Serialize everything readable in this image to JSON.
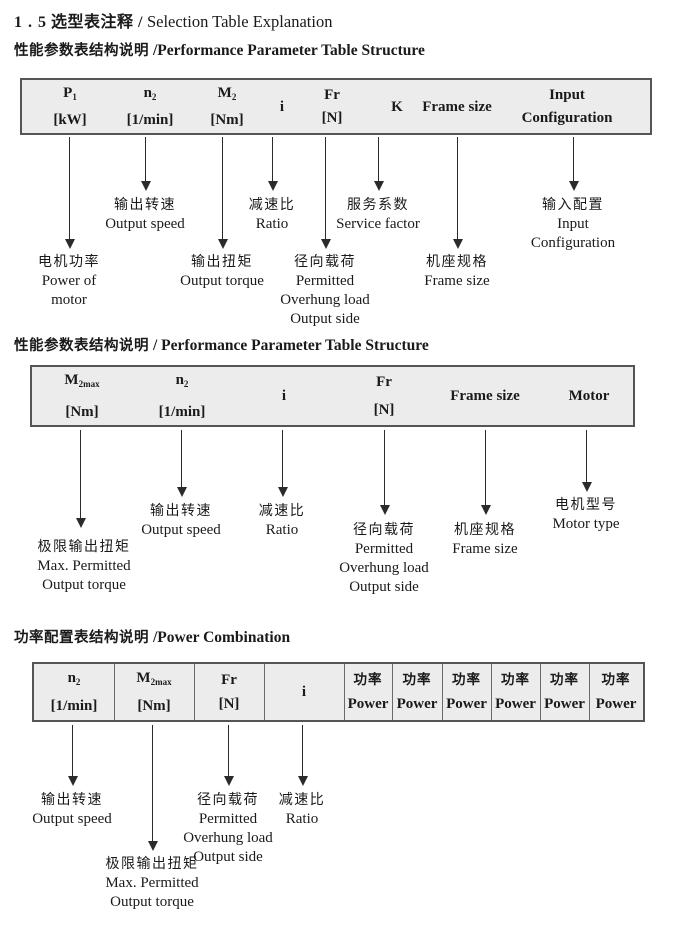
{
  "colors": {
    "table_bg": "#ececec",
    "table_border": "#555555",
    "text": "#1a1a1a"
  },
  "title": {
    "number": "1 . 5",
    "zh": "选型表注释 /",
    "en": "Selection Table Explanation"
  },
  "section1": {
    "heading": {
      "zh": "性能参数表结构说明",
      "en": "/Performance Parameter Table Structure"
    },
    "table": {
      "cols": [
        {
          "sym": "P",
          "sub": "1",
          "unit": "[kW]"
        },
        {
          "sym": "n",
          "sub": "2",
          "unit": "[1/min]"
        },
        {
          "sym": "M",
          "sub": "2",
          "unit": "[Nm]"
        },
        {
          "sym": "i"
        },
        {
          "sym": "Fr",
          "unit": "[N]"
        },
        {
          "sym": "K"
        },
        {
          "sym": "Frame size"
        },
        {
          "sym": "Input",
          "unit": "Configuration"
        }
      ]
    },
    "callouts": {
      "power_of_motor": [
        "电机功率",
        "Power of",
        "motor"
      ],
      "output_speed": [
        "输出转速",
        "Output speed"
      ],
      "output_torque": [
        "输出扭矩",
        "Output torque"
      ],
      "ratio": [
        "减速比",
        "Ratio"
      ],
      "overhung_load": [
        "径向载荷",
        "Permitted",
        "Overhung load",
        "Output side"
      ],
      "service_factor": [
        "服务系数",
        "Service factor"
      ],
      "frame_size": [
        "机座规格",
        "Frame size"
      ],
      "input_configuration": [
        "输入配置",
        "Input",
        "Configuration"
      ]
    }
  },
  "section2": {
    "heading": {
      "zh": "性能参数表结构说明",
      "en": "/ Performance Parameter Table Structure"
    },
    "table": {
      "cols": [
        {
          "sym": "M",
          "sub": "2max",
          "unit": "[Nm]"
        },
        {
          "sym": "n",
          "sub": "2",
          "unit": "[1/min]"
        },
        {
          "sym": "i"
        },
        {
          "sym": "Fr",
          "unit": "[N]"
        },
        {
          "sym": "Frame size"
        },
        {
          "sym": "Motor"
        }
      ]
    },
    "callouts": {
      "max_output_torque": [
        "极限输出扭矩",
        "Max. Permitted",
        "Output  torque"
      ],
      "output_speed": [
        "输出转速",
        "Output speed"
      ],
      "ratio": [
        "减速比",
        "Ratio"
      ],
      "overhung_load": [
        "径向载荷",
        "Permitted",
        "Overhung load",
        "Output side"
      ],
      "frame_size": [
        "机座规格",
        "Frame size"
      ],
      "motor_type": [
        "电机型号",
        "Motor type"
      ]
    }
  },
  "section3": {
    "heading": {
      "zh": "功率配置表结构说明",
      "en": "/Power Combination"
    },
    "table": {
      "cols": [
        {
          "sym": "n",
          "sub": "2",
          "unit": "[1/min]"
        },
        {
          "sym": "M",
          "sub": "2max",
          "unit": "[Nm]"
        },
        {
          "sym": "Fr",
          "unit": "[N]"
        },
        {
          "sym": "i"
        }
      ],
      "power_cols": [
        {
          "zh": "功率",
          "en": "Power"
        },
        {
          "zh": "功率",
          "en": "Power"
        },
        {
          "zh": "功率",
          "en": "Power"
        },
        {
          "zh": "功率",
          "en": "Power"
        },
        {
          "zh": "功率",
          "en": "Power"
        },
        {
          "zh": "功率",
          "en": "Power"
        }
      ]
    },
    "callouts": {
      "output_speed": [
        "输出转速",
        "Output speed"
      ],
      "max_output_torque": [
        "极限输出扭矩",
        "Max. Permitted",
        "Output  torque"
      ],
      "overhung_load": [
        "径向载荷",
        "Permitted",
        "Overhung load",
        "Output side"
      ],
      "ratio": [
        "减速比",
        "Ratio"
      ]
    }
  }
}
